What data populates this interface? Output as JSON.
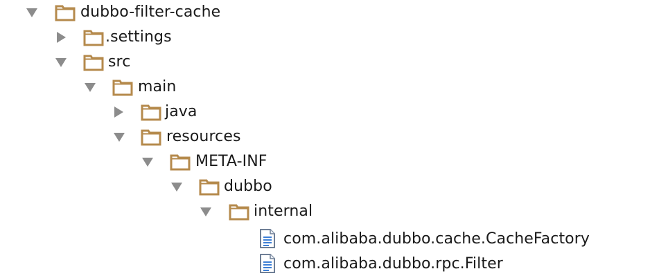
{
  "tree": {
    "root": {
      "label": "dubbo-filter-cache",
      "expanded": true,
      "icon": "folder-icon"
    },
    "settings": {
      "label": ".settings",
      "expanded": false,
      "icon": "folder-icon"
    },
    "src": {
      "label": "src",
      "expanded": true,
      "icon": "folder-icon"
    },
    "main": {
      "label": "main",
      "expanded": true,
      "icon": "folder-icon"
    },
    "java": {
      "label": "java",
      "expanded": false,
      "icon": "folder-icon"
    },
    "resources": {
      "label": "resources",
      "expanded": true,
      "icon": "folder-icon"
    },
    "metainf": {
      "label": "META-INF",
      "expanded": true,
      "icon": "folder-icon"
    },
    "dubbo": {
      "label": "dubbo",
      "expanded": true,
      "icon": "folder-icon"
    },
    "internal": {
      "label": "internal",
      "expanded": true,
      "icon": "folder-icon"
    },
    "cachefactory": {
      "label": "com.alibaba.dubbo.cache.CacheFactory",
      "icon": "text-file-icon"
    },
    "rpcfilter": {
      "label": "com.alibaba.dubbo.rpc.Filter",
      "icon": "text-file-icon"
    }
  },
  "colors": {
    "folder_stroke": "#b58a4c",
    "folder_fill": "#ffffff",
    "arrow": "#8c8c8c",
    "file_stroke": "#6f7f96",
    "file_lines": "#3d7fd6",
    "text": "#1a1a1a"
  }
}
